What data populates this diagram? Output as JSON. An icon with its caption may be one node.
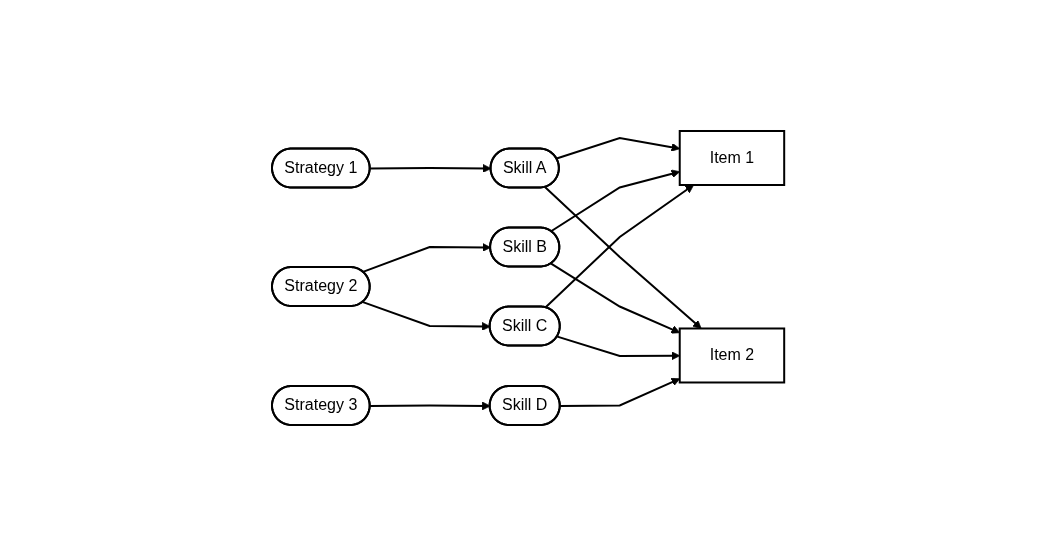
{
  "diagram": {
    "nodes": [
      {
        "text": [
          "Strategy 1"
        ]
      },
      {
        "text": [
          "Skill A"
        ]
      },
      {
        "text": [
          "Item 1"
        ]
      },
      {
        "text": [
          "Skill B"
        ]
      },
      {
        "text": [
          "Strategy 2"
        ]
      },
      {
        "text": [
          "Skill C"
        ]
      },
      {
        "text": [
          "Item 2"
        ]
      },
      {
        "text": [
          "Strategy 3"
        ]
      },
      {
        "text": [
          "Skill D"
        ]
      }
    ],
    "edges": [
      {
        "from": 0,
        "to": 1,
        "arrow": "to"
      },
      {
        "from": 1,
        "to": 2,
        "arrow": "to"
      },
      {
        "from": 1,
        "to": 6,
        "arrow": "to"
      },
      {
        "from": 4,
        "to": 3,
        "arrow": "to"
      },
      {
        "from": 4,
        "to": 5,
        "arrow": "to"
      },
      {
        "from": 3,
        "to": 2,
        "arrow": "to"
      },
      {
        "from": 5,
        "to": 2,
        "arrow": "to"
      },
      {
        "from": 3,
        "to": 6,
        "arrow": "to"
      },
      {
        "from": 5,
        "to": 6,
        "arrow": "to"
      },
      {
        "from": 7,
        "to": 8,
        "arrow": "to"
      },
      {
        "from": 8,
        "to": 6,
        "arrow": "to"
      }
    ]
  }
}
